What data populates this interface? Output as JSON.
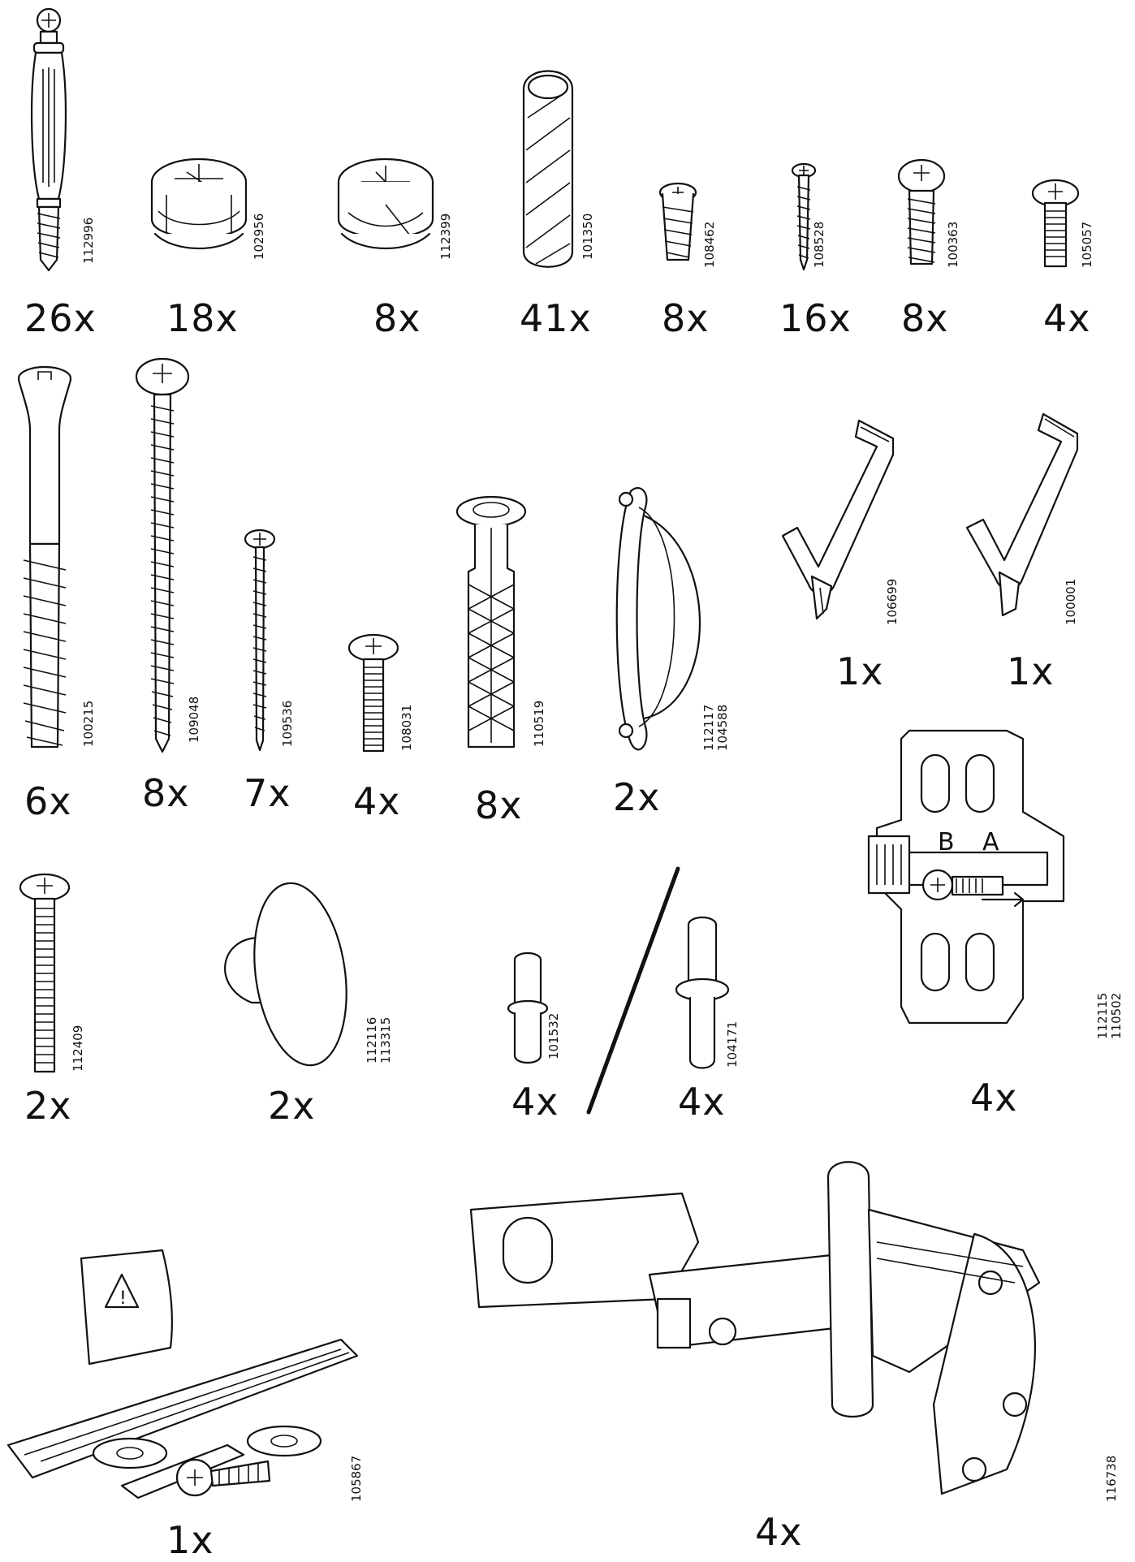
{
  "parts": [
    {
      "id": "cam-bolt",
      "code": "112996",
      "qty": "26x"
    },
    {
      "id": "cam-lock-a",
      "code": "102956",
      "qty": "18x"
    },
    {
      "id": "cam-lock-b",
      "code": "112399",
      "qty": "8x"
    },
    {
      "id": "wood-dowel",
      "code": "101350",
      "qty": "41x"
    },
    {
      "id": "insert-nut",
      "code": "108462",
      "qty": "8x"
    },
    {
      "id": "small-screw",
      "code": "108528",
      "qty": "16x"
    },
    {
      "id": "pan-screw",
      "code": "100363",
      "qty": "8x"
    },
    {
      "id": "short-bolt",
      "code": "105057",
      "qty": "4x"
    },
    {
      "id": "long-bolt-hex",
      "code": "100215",
      "qty": "6x"
    },
    {
      "id": "long-wood-screw",
      "code": "109048",
      "qty": "8x"
    },
    {
      "id": "thin-screw",
      "code": "109536",
      "qty": "7x"
    },
    {
      "id": "machine-bolt",
      "code": "108031",
      "qty": "4x"
    },
    {
      "id": "wall-plug",
      "code": "110519",
      "qty": "8x"
    },
    {
      "id": "cup-handle",
      "code": "112117",
      "code2": "104588",
      "qty": "2x"
    },
    {
      "id": "screwdriver-key",
      "code": "106699",
      "qty": "1x"
    },
    {
      "id": "allen-key",
      "code": "100001",
      "qty": "1x"
    },
    {
      "id": "long-machine-bolt",
      "code": "112409",
      "qty": "2x"
    },
    {
      "id": "round-knob",
      "code": "112116",
      "code2": "113315",
      "qty": "2x"
    },
    {
      "id": "shelf-pin-small",
      "code": "101532",
      "qty": "4x"
    },
    {
      "id": "shelf-pin-large",
      "code": "104171",
      "qty": "4x"
    },
    {
      "id": "hinge-plate",
      "code": "112115",
      "code2": "110502",
      "qty": "4x",
      "letters": [
        "B",
        "A"
      ]
    },
    {
      "id": "safety-kit",
      "code": "105867",
      "qty": "1x"
    },
    {
      "id": "hinge",
      "code": "116738",
      "qty": "4x"
    }
  ]
}
